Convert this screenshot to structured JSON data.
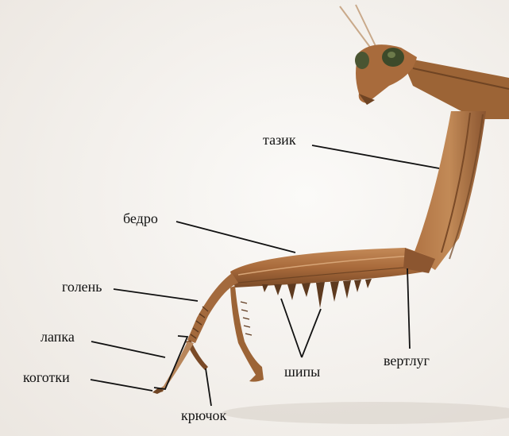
{
  "labels": {
    "coxa": "тазик",
    "femur": "бедро",
    "tibia": "голень",
    "tarsus": "лапка",
    "claws": "коготки",
    "hook": "крючок",
    "spines": "шипы",
    "trochanter": "вертлуг"
  },
  "colors": {
    "background": "#f3f0ec",
    "body_brown": "#a4683a",
    "dark_brown": "#6f4423",
    "light_brown": "#c99060",
    "eye_green": "#3d4a2a",
    "line": "#111111"
  }
}
